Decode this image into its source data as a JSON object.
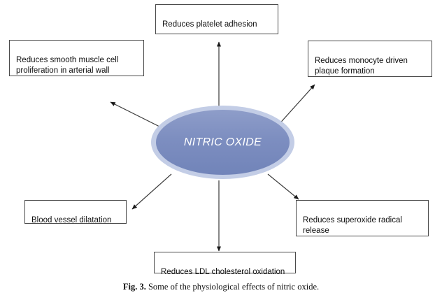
{
  "figure": {
    "caption_label": "Fig. 3.",
    "caption_text": "Some of the physiological effects of nitric oxide.",
    "center_node": {
      "label": "NITRIC OXIDE",
      "shape": "ellipse",
      "fill_color": "#7d8ec0",
      "ring_color": "#c3cde6",
      "text_color": "#ffffff"
    },
    "box_border_color": "#4a4a4a",
    "box_fill_color": "#ffffff",
    "arrow_color": "#1a1a1a",
    "effects": [
      {
        "id": "platelet",
        "label": "Reduces platelet adhesion",
        "position": "top"
      },
      {
        "id": "smooth-muscle",
        "label": "Reduces smooth muscle cell\nproliferation in arterial wall",
        "position": "top-left"
      },
      {
        "id": "monocyte",
        "label": "Reduces monocyte driven\nplaque formation",
        "position": "top-right"
      },
      {
        "id": "dilatation",
        "label": "Blood vessel dilatation",
        "position": "bottom-left"
      },
      {
        "id": "superoxide",
        "label": " Reduces superoxide radical\nrelease",
        "position": "bottom-right"
      },
      {
        "id": "ldl",
        "label": "Reduces LDL cholesterol oxidation",
        "position": "bottom"
      }
    ]
  }
}
